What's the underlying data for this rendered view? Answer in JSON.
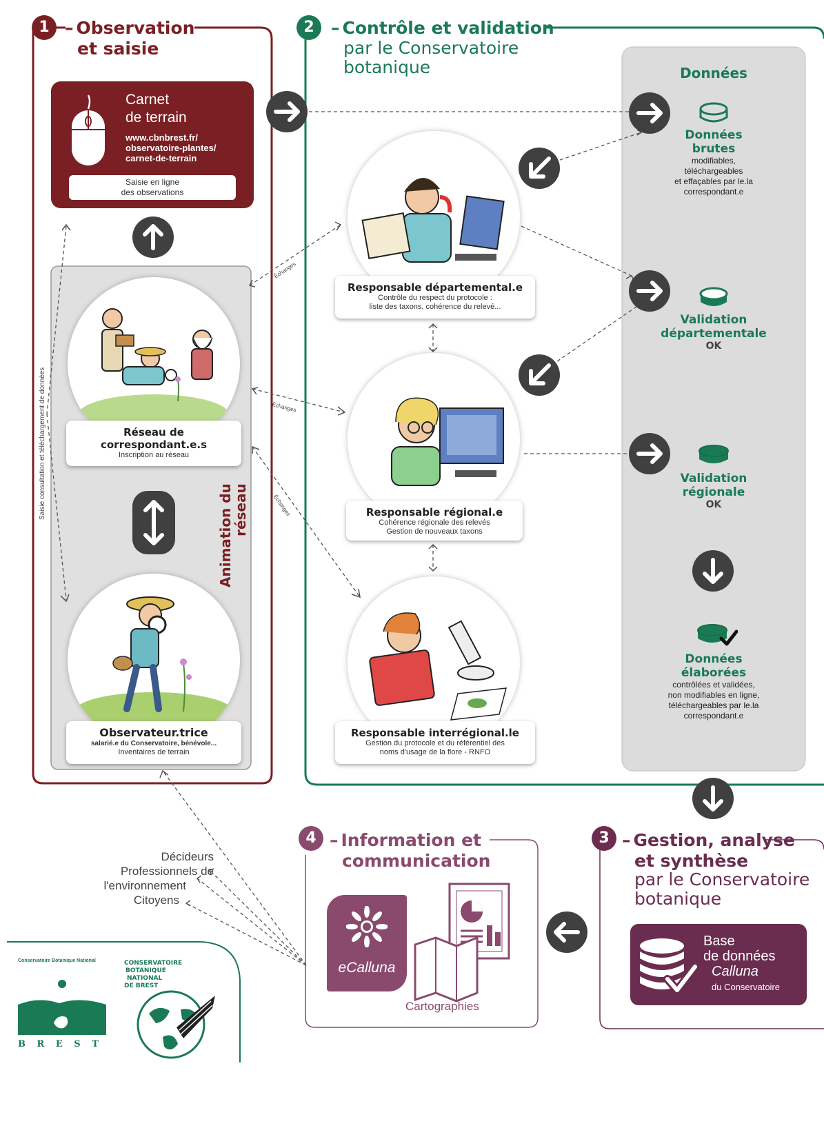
{
  "section1": {
    "number": "1",
    "title_line1": "Observation",
    "title_line2": "et saisie",
    "color": "#7a1f23"
  },
  "section2": {
    "number": "2",
    "title": "Contrôle et validation",
    "sub_line1": "par le Conservatoire",
    "sub_line2": "botanique",
    "color": "#1a7a55"
  },
  "section3": {
    "number": "3",
    "title_line1": "Gestion, analyse",
    "title_line2": "et synthèse",
    "sub_line1": "par le Conservatoire",
    "sub_line2": "botanique",
    "color": "#6b2d4f"
  },
  "section4": {
    "number": "4",
    "title_line1": "Information et",
    "title_line2": "communication",
    "color": "#8a4a6d"
  },
  "carnet": {
    "title_line1": "Carnet",
    "title_line2": "de terrain",
    "url_line1": "www.cbnbrest.fr/",
    "url_line2": "observatoire-plantes/",
    "url_line3": "carnet-de-terrain",
    "saisie_line1": "Saisie en ligne",
    "saisie_line2": "des observations"
  },
  "reseau": {
    "title_line1": "Réseau de",
    "title_line2": "correspondant.e.s",
    "sub": "Inscription au réseau"
  },
  "observateur": {
    "title": "Observateur.trice",
    "sub1": "salarié.e du Conservatoire, bénévole...",
    "sub2": "Inventaires de terrain"
  },
  "animation": {
    "line1": "Animation du",
    "line2": "réseau"
  },
  "saisie_vertical": "Saisie consultation et téléchargement de données",
  "echanges": "Échanges",
  "resp_dep": {
    "title": "Responsable départemental.e",
    "sub1": "Contrôle du respect du protocole :",
    "sub2": "liste des taxons, cohérence du relevé..."
  },
  "resp_reg": {
    "title": "Responsable régional.e",
    "sub1": "Cohérence régionale des relevés",
    "sub2": "Gestion de nouveaux taxons"
  },
  "resp_inter": {
    "title": "Responsable interrégional.le",
    "sub1": "Gestion du protocole et du référentiel des",
    "sub2": "noms d'usage de la flore - RNFO"
  },
  "donnees": {
    "header": "Données",
    "brutes": {
      "title_line1": "Données",
      "title_line2": "brutes",
      "sub1": "modifiables,",
      "sub2": "téléchargeables",
      "sub3": "et effaçables par le.la",
      "sub4": "correspondant.e"
    },
    "val_dep": {
      "title_line1": "Validation",
      "title_line2": "départementale",
      "status": "OK"
    },
    "val_reg": {
      "title_line1": "Validation",
      "title_line2": "régionale",
      "status": "OK"
    },
    "elaborees": {
      "title_line1": "Données",
      "title_line2": "élaborées",
      "sub1": "contrôlées et validées,",
      "sub2": "non modifiables en ligne,",
      "sub3": "téléchargeables par le.la",
      "sub4": "correspondant.e"
    }
  },
  "audience": {
    "line1": "Décideurs",
    "line2": "Professionnels de",
    "line3": "l'environnement",
    "line4": "Citoyens"
  },
  "ecalluna": "eCalluna",
  "cartographies": "Cartographies",
  "base": {
    "line1": "Base",
    "line2": "de données",
    "line3": "Calluna",
    "line4": "du Conservatoire"
  },
  "logo_left": {
    "top": "Conservatoire Botanique National",
    "bottom": "B R E S T"
  },
  "logo_right": {
    "line1": "CONSERVATOIRE",
    "line2": "BOTANIQUE",
    "line3": "NATIONAL",
    "line4": "DE BREST"
  },
  "icons": [
    "mouse-icon",
    "arrow-right-icon",
    "arrow-up-icon",
    "arrow-updown-icon",
    "arrow-down-icon",
    "arrow-left-icon",
    "arrow-downleft-icon",
    "database-icon",
    "flower-icon",
    "map-icon",
    "chart-document-icon"
  ]
}
